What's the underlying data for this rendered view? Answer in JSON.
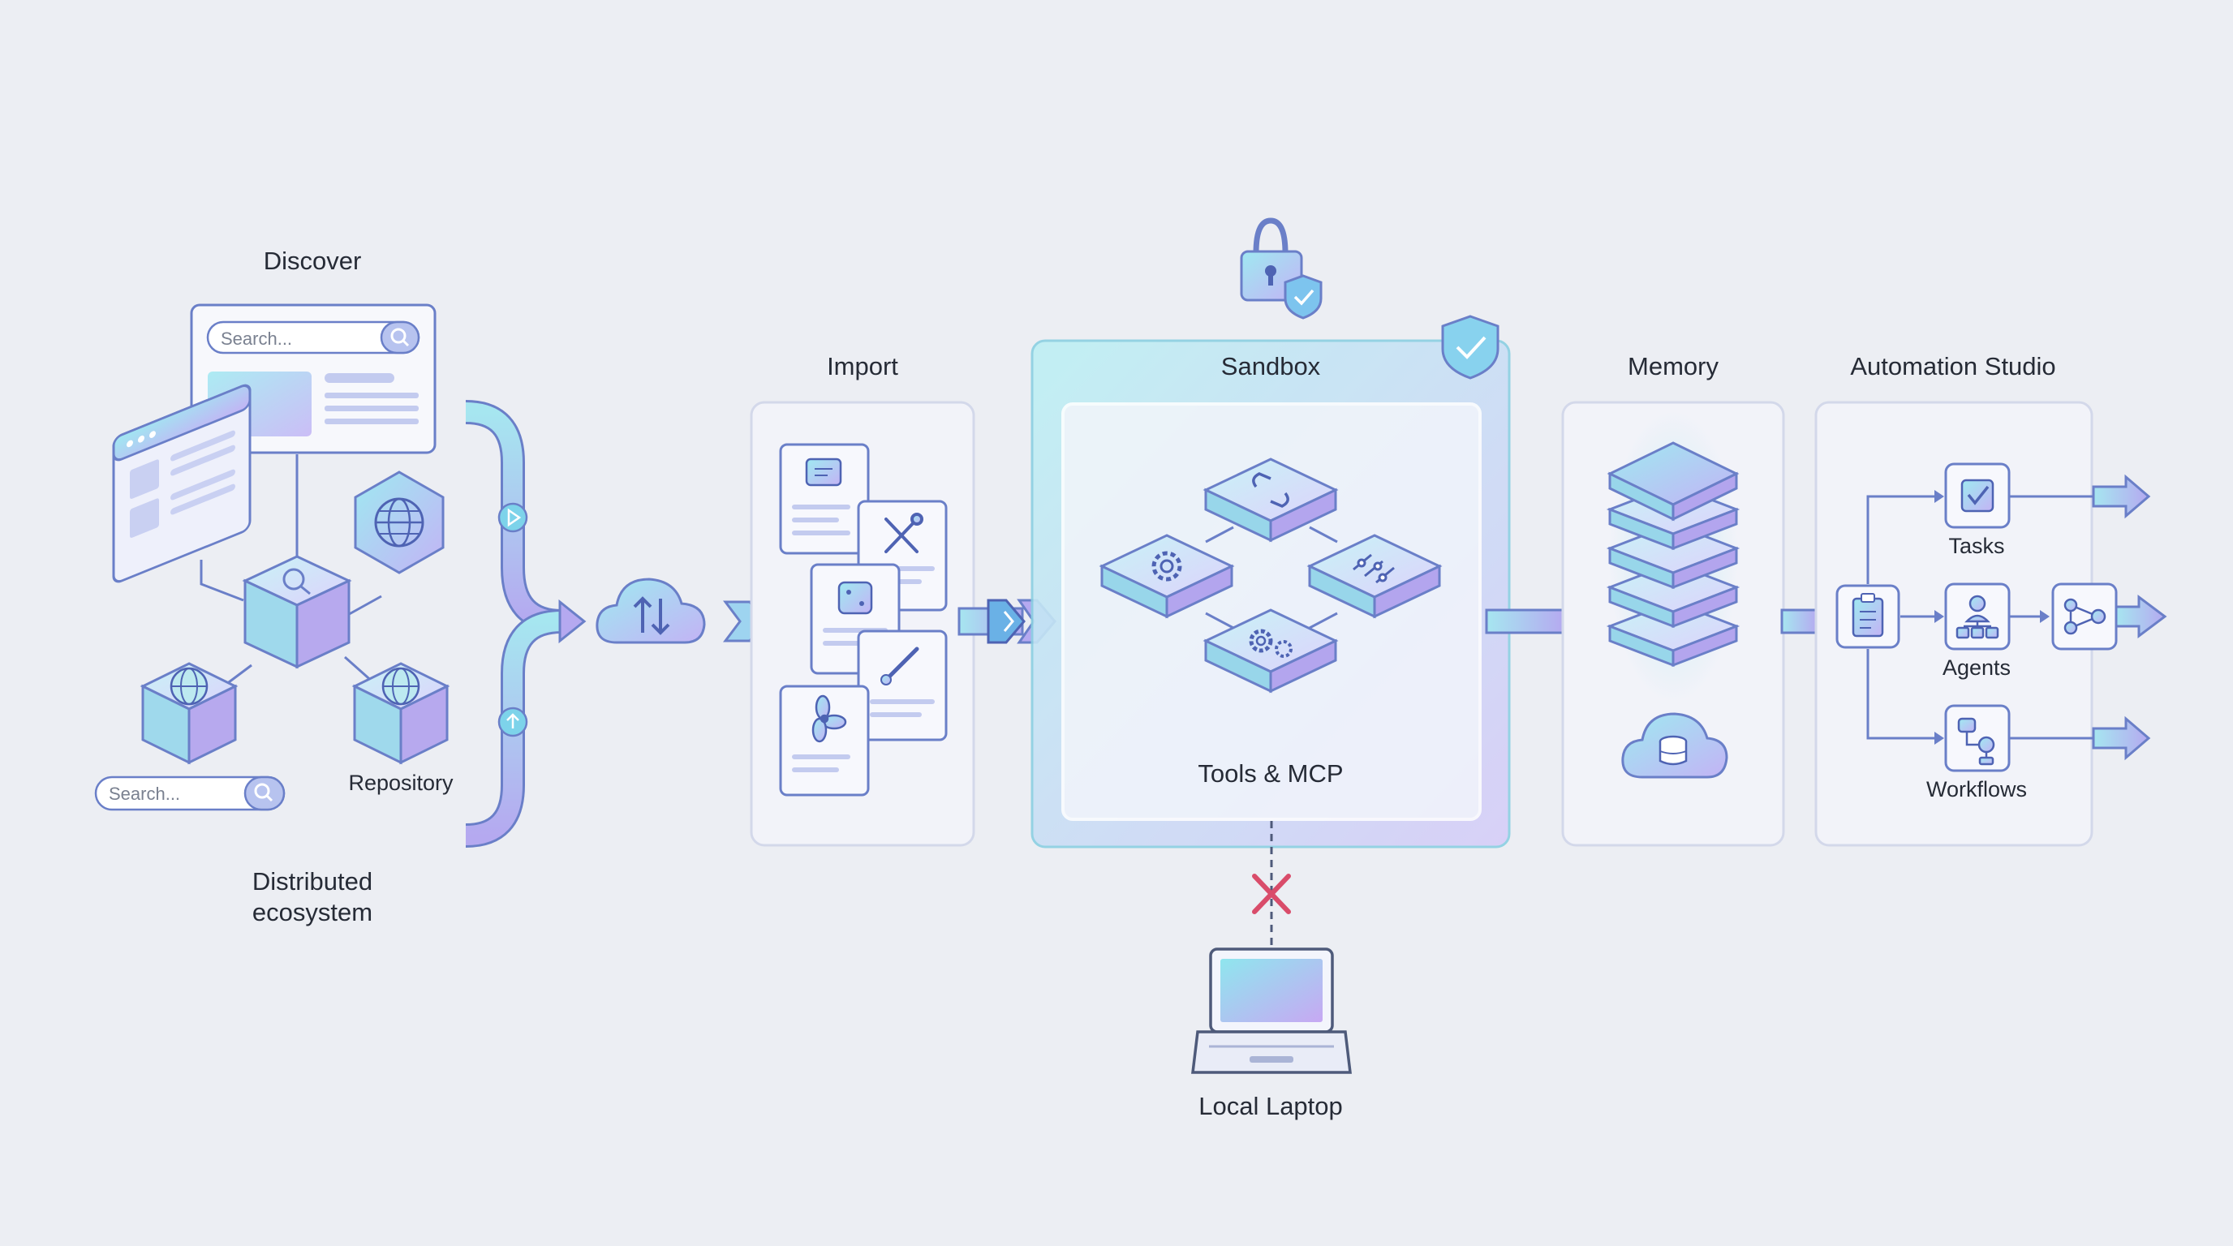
{
  "stages": {
    "discover": "Discover",
    "import": "Import",
    "sandbox": "Sandbox",
    "memory": "Memory",
    "automation": "Automation Studio"
  },
  "ecosystem": {
    "search_placeholder_top": "Search...",
    "search_placeholder_bottom": "Search...",
    "repository_label": "Repository",
    "distributed_label": "Distributed ecosystem"
  },
  "sandbox": {
    "tools_label": "Tools & MCP"
  },
  "laptop": {
    "label": "Local Laptop"
  },
  "automation": {
    "tasks": "Tasks",
    "agents": "Agents",
    "workflows": "Workflows"
  },
  "colors": {
    "line": "#6a7fc8",
    "accent_cyan": "#8fe3ec",
    "accent_violet": "#b9a8f0",
    "block_error": "#d94c6a"
  }
}
